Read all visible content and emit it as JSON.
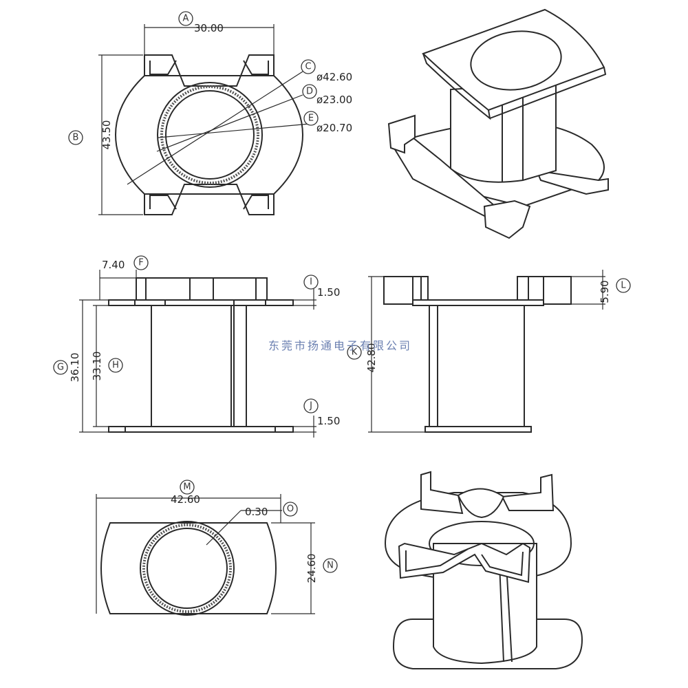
{
  "labels": {
    "A": "A",
    "B": "B",
    "C": "C",
    "D": "D",
    "E": "E",
    "F": "F",
    "G": "G",
    "H": "H",
    "I": "I",
    "J": "J",
    "K": "K",
    "L": "L",
    "M": "M",
    "N": "N",
    "O": "O"
  },
  "dims": {
    "A": "30.00",
    "B": "43.50",
    "C": "ø42.60",
    "D": "ø23.00",
    "E": "ø20.70",
    "F": "7.40",
    "G": "36.10",
    "H": "33.10",
    "I": "1.50",
    "J": "1.50",
    "K": "42.80",
    "L": "5.90",
    "M": "42.60",
    "N": "24.60",
    "O": "0.30"
  },
  "watermark": "东莞市扬通电子有限公司"
}
